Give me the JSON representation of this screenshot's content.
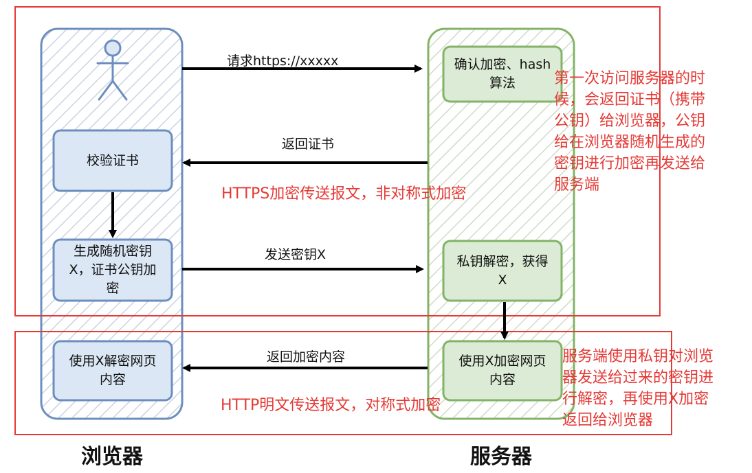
{
  "colors": {
    "browser_fill": "#dbe7f5",
    "browser_stroke": "#6c8ebf",
    "server_fill": "#dcebd5",
    "server_stroke": "#82b366",
    "annotation_red": "#e53935",
    "arrow": "#000000"
  },
  "browser": {
    "title": "浏览器",
    "actor_icon": "person-icon",
    "verify_cert": "校验证书",
    "gen_key": "生成随机密钥\nX，证书公钥加\n密",
    "decrypt_page": "使用X解密网页\n内容"
  },
  "server": {
    "title": "服务器",
    "confirm_algo": "确认加密、hash\n算法",
    "private_decrypt": "私钥解密，获得\nX",
    "encrypt_content": "使用X加密网页\n内容"
  },
  "arrows": {
    "request": "请求https://xxxxx",
    "return_cert": "返回证书",
    "send_key": "发送密钥X",
    "return_content": "返回加密内容"
  },
  "annotations": {
    "https_caption": "HTTPS加密传送报文，非对称式加密",
    "http_caption": "HTTP明文传送报文，对称式加密",
    "first_visit_note": "第一次访问服务器的时\n候，会返回证书（携带\n公钥）给浏览器，公钥\n给在浏览器随机生成的\n密钥进行加密再发送给\n服务端",
    "server_decrypt_note": "服务端使用私钥对浏览\n器发送给过来的密钥进\n行解密，再使用X加密\n返回给浏览器"
  }
}
